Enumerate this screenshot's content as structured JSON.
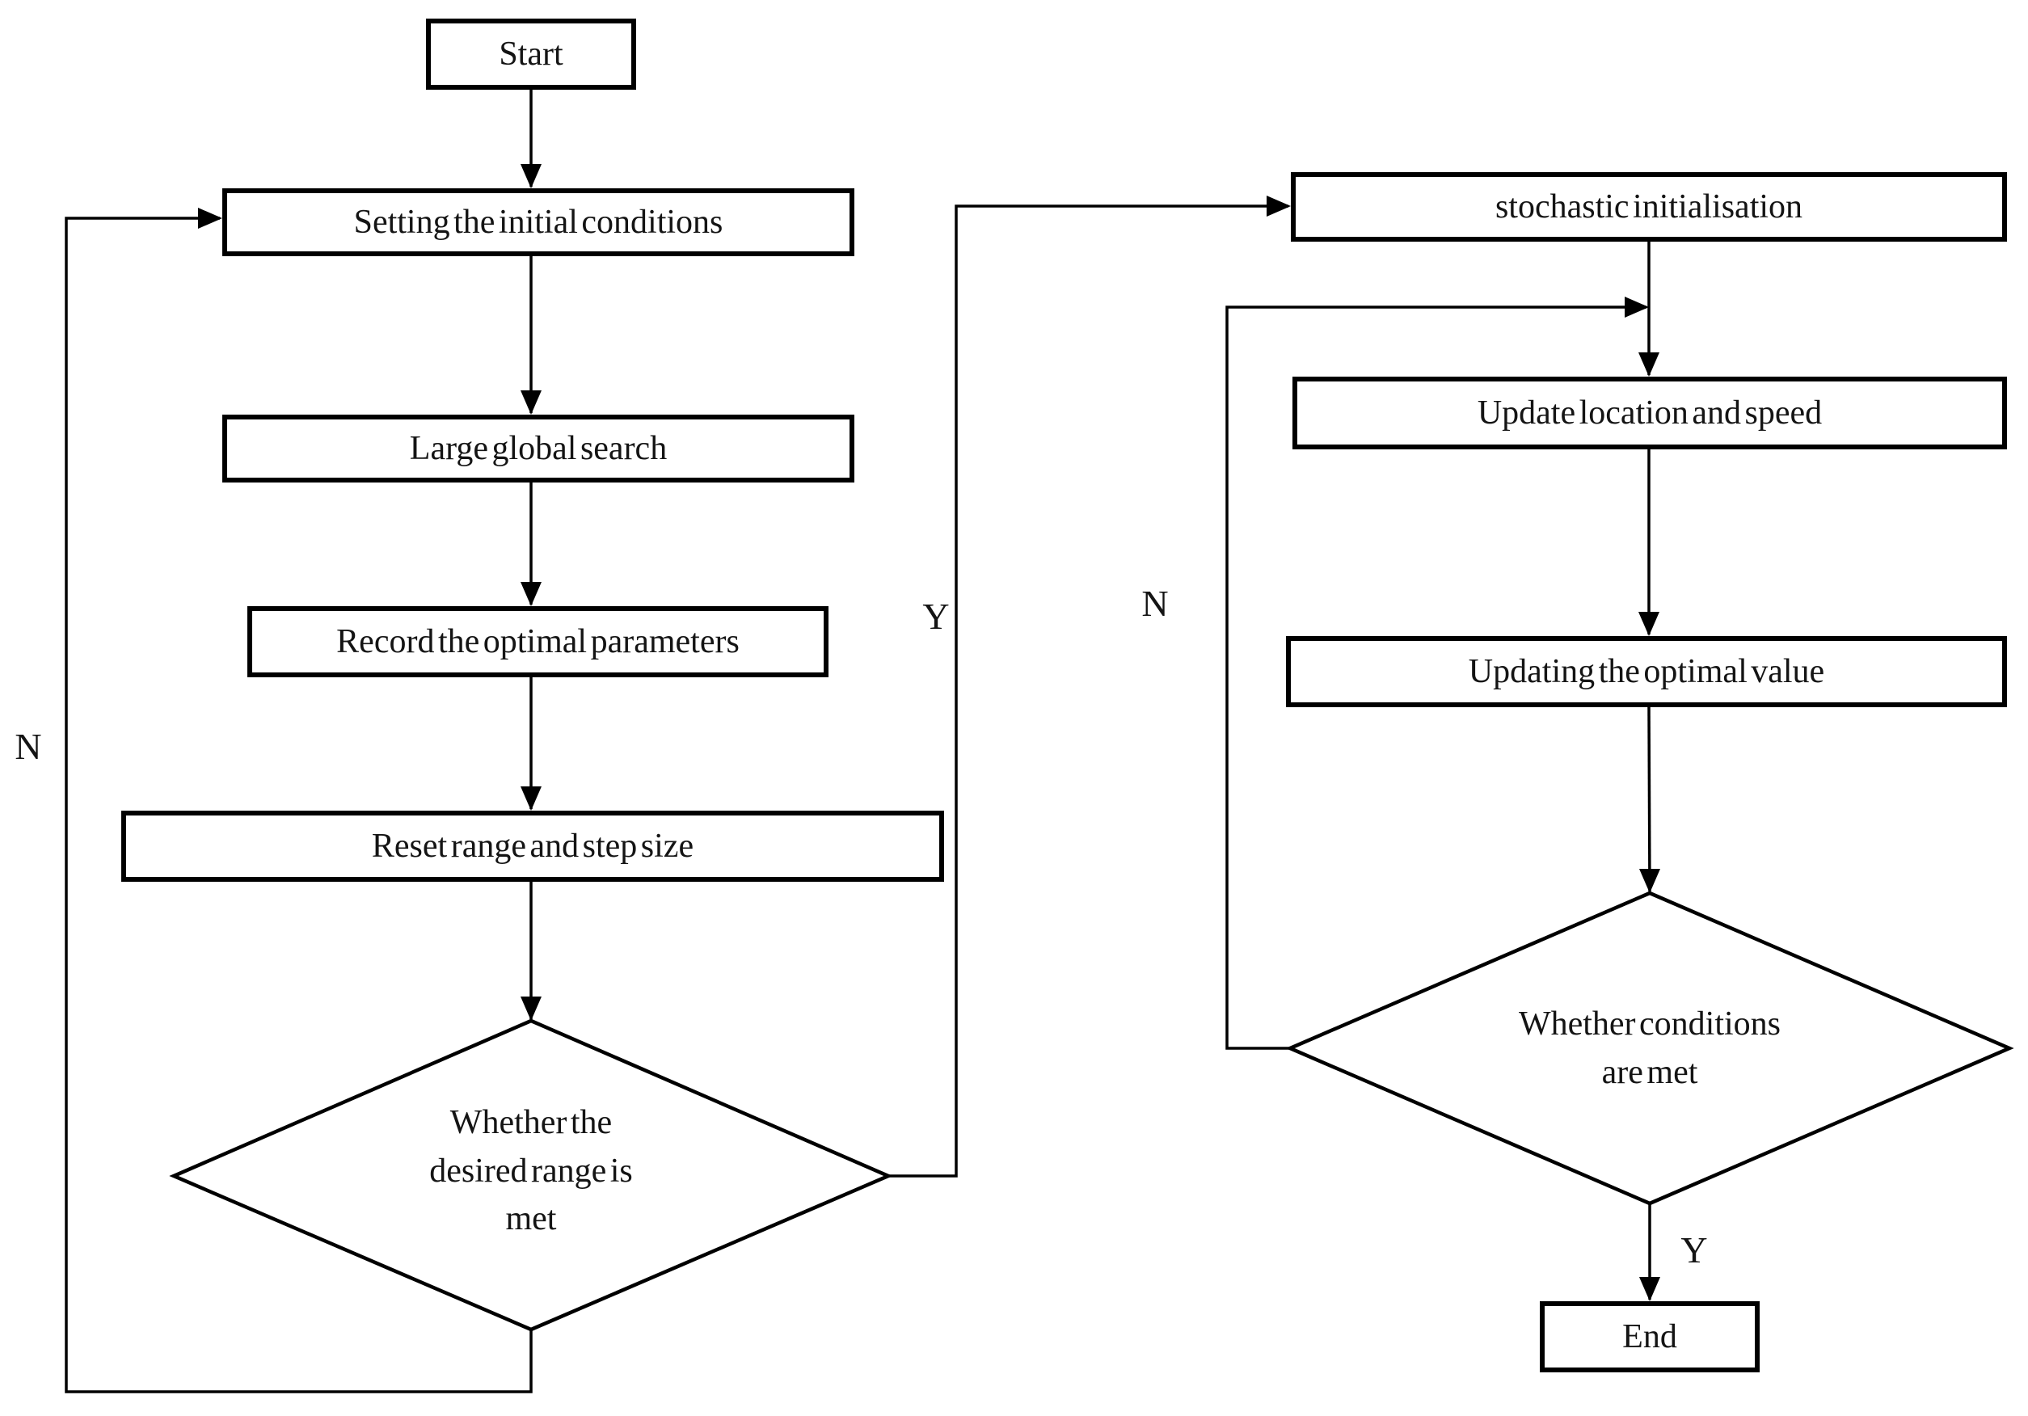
{
  "flowchart": {
    "colors": {
      "background": "#ffffff",
      "stroke": "#000000",
      "text": "#141414"
    },
    "nodes": {
      "start": {
        "label": "Start"
      },
      "setting_initial_conditions": {
        "label": "Setting the initial conditions"
      },
      "large_global_search": {
        "label": "Large global search"
      },
      "record_optimal_parameters": {
        "label": "Record the optimal parameters"
      },
      "reset_range_step_size": {
        "label": "Reset range and step size"
      },
      "desired_range_decision": {
        "label": "Whether the desired range is met",
        "lines": [
          "Whether the",
          "desired range is",
          "met"
        ]
      },
      "stochastic_initialisation": {
        "label": "stochastic initialisation"
      },
      "update_location_speed": {
        "label": "Update location and speed"
      },
      "updating_optimal_value": {
        "label": "Updating the optimal value"
      },
      "conditions_met_decision": {
        "label": "Whether conditions are met",
        "lines": [
          "Whether conditions",
          "are met"
        ]
      },
      "end": {
        "label": "End"
      }
    },
    "branch_labels": {
      "desired_range_no": "N",
      "desired_range_yes": "Y",
      "conditions_no": "N",
      "conditions_yes": "Y"
    }
  }
}
